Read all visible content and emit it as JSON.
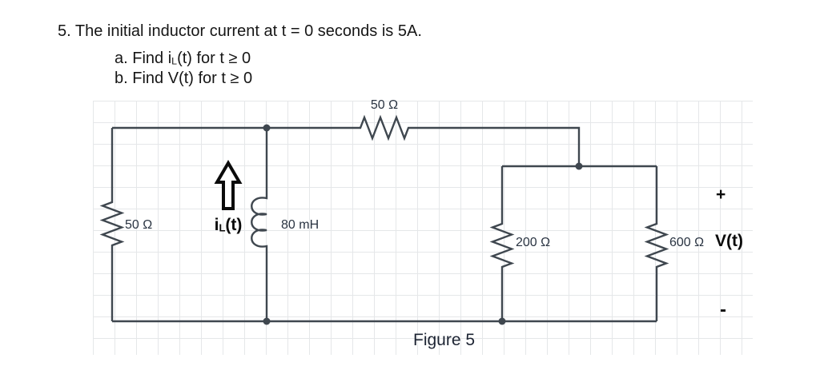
{
  "problem": {
    "title": "5. The initial inductor current at t = 0 seconds is 5A.",
    "item_a": {
      "prefix": "a. Find i",
      "sub": "L",
      "suffix": "(t) for t ≥ 0"
    },
    "item_b": "b. Find V(t) for t ≥ 0"
  },
  "figure": {
    "caption": "Figure 5",
    "components": {
      "left_resistor": "50 Ω",
      "top_resistor": "50 Ω",
      "inductor": "80 mH",
      "mid_resistor": "200 Ω",
      "right_resistor": "600 Ω"
    },
    "inductor_current": {
      "prefix": "i",
      "sub": "L",
      "suffix": "(t)"
    },
    "voltage": {
      "label": "V(t)",
      "plus": "+",
      "minus": "-"
    }
  },
  "colors": {
    "wire": "#3f474f",
    "grid_line": "#e5e7e9",
    "label_text": "#2a3442",
    "bold_text": "#0b0b0b"
  }
}
